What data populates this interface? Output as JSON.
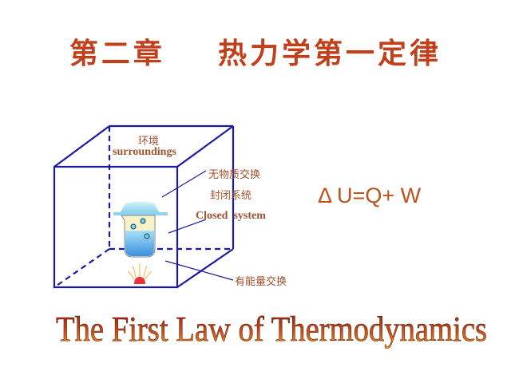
{
  "title": "第二章    热力学第一定律",
  "diagram": {
    "surroundings_cn": "环境",
    "surroundings_en": "surroundings",
    "no_matter_exchange": "无物质交换",
    "closed_system_cn": "封闭系统",
    "closed_system_en": "Closed  system",
    "energy_exchange": "有能量交换",
    "icons": [
      "cube-boundary-icon",
      "beaker-icon",
      "flame-icon"
    ],
    "colors": {
      "cube": "#1a1aa0",
      "label": "#a0522d",
      "beaker_top": "#a8dff0",
      "liquid": "#5ab4e8",
      "flame": "#e8323c"
    }
  },
  "equation": "Δ U=Q+ W",
  "subtitle": "The First Law of Thermodynamics",
  "colors": {
    "title": "#c0401c",
    "equation": "#c0501c",
    "subtitle_gradient_top": "#8b1a10",
    "subtitle_gradient_bottom": "#f0a020"
  }
}
